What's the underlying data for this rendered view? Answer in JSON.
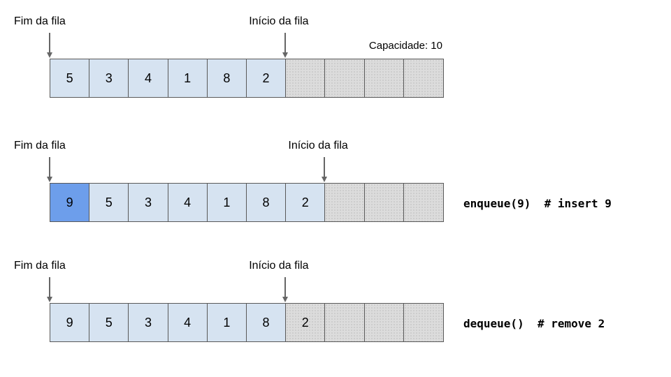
{
  "colors": {
    "cell_filled": "#d6e3f1",
    "cell_highlight": "#6d9eeb",
    "cell_empty_base": "#dcdcdc",
    "cell_empty_dot": "#c8c8c8",
    "cell_border": "#595959",
    "arrow": "#666666",
    "text": "#000000"
  },
  "capacity": 10,
  "rows": [
    {
      "rear_label": "Fim da fila",
      "front_label": "Início da fila",
      "capacity_label": "Capacidade: 10",
      "code": "",
      "rear_index": 0,
      "front_index": 6,
      "cells": [
        {
          "value": "5",
          "style": "filled"
        },
        {
          "value": "3",
          "style": "filled"
        },
        {
          "value": "4",
          "style": "filled"
        },
        {
          "value": "1",
          "style": "filled"
        },
        {
          "value": "8",
          "style": "filled"
        },
        {
          "value": "2",
          "style": "filled"
        },
        {
          "value": "",
          "style": "empty"
        },
        {
          "value": "",
          "style": "empty"
        },
        {
          "value": "",
          "style": "empty"
        },
        {
          "value": "",
          "style": "empty"
        }
      ]
    },
    {
      "rear_label": "Fim da fila",
      "front_label": "Início da fila",
      "capacity_label": "",
      "code": "enqueue(9)  # insert 9",
      "rear_index": 0,
      "front_index": 7,
      "cells": [
        {
          "value": "9",
          "style": "highlight"
        },
        {
          "value": "5",
          "style": "filled"
        },
        {
          "value": "3",
          "style": "filled"
        },
        {
          "value": "4",
          "style": "filled"
        },
        {
          "value": "1",
          "style": "filled"
        },
        {
          "value": "8",
          "style": "filled"
        },
        {
          "value": "2",
          "style": "filled"
        },
        {
          "value": "",
          "style": "empty"
        },
        {
          "value": "",
          "style": "empty"
        },
        {
          "value": "",
          "style": "empty"
        }
      ]
    },
    {
      "rear_label": "Fim da fila",
      "front_label": "Início da fila",
      "capacity_label": "",
      "code": "dequeue()  # remove 2",
      "rear_index": 0,
      "front_index": 6,
      "cells": [
        {
          "value": "9",
          "style": "filled"
        },
        {
          "value": "5",
          "style": "filled"
        },
        {
          "value": "3",
          "style": "filled"
        },
        {
          "value": "4",
          "style": "filled"
        },
        {
          "value": "1",
          "style": "filled"
        },
        {
          "value": "8",
          "style": "filled"
        },
        {
          "value": "2",
          "style": "empty"
        },
        {
          "value": "",
          "style": "empty"
        },
        {
          "value": "",
          "style": "empty"
        },
        {
          "value": "",
          "style": "empty"
        }
      ]
    }
  ]
}
